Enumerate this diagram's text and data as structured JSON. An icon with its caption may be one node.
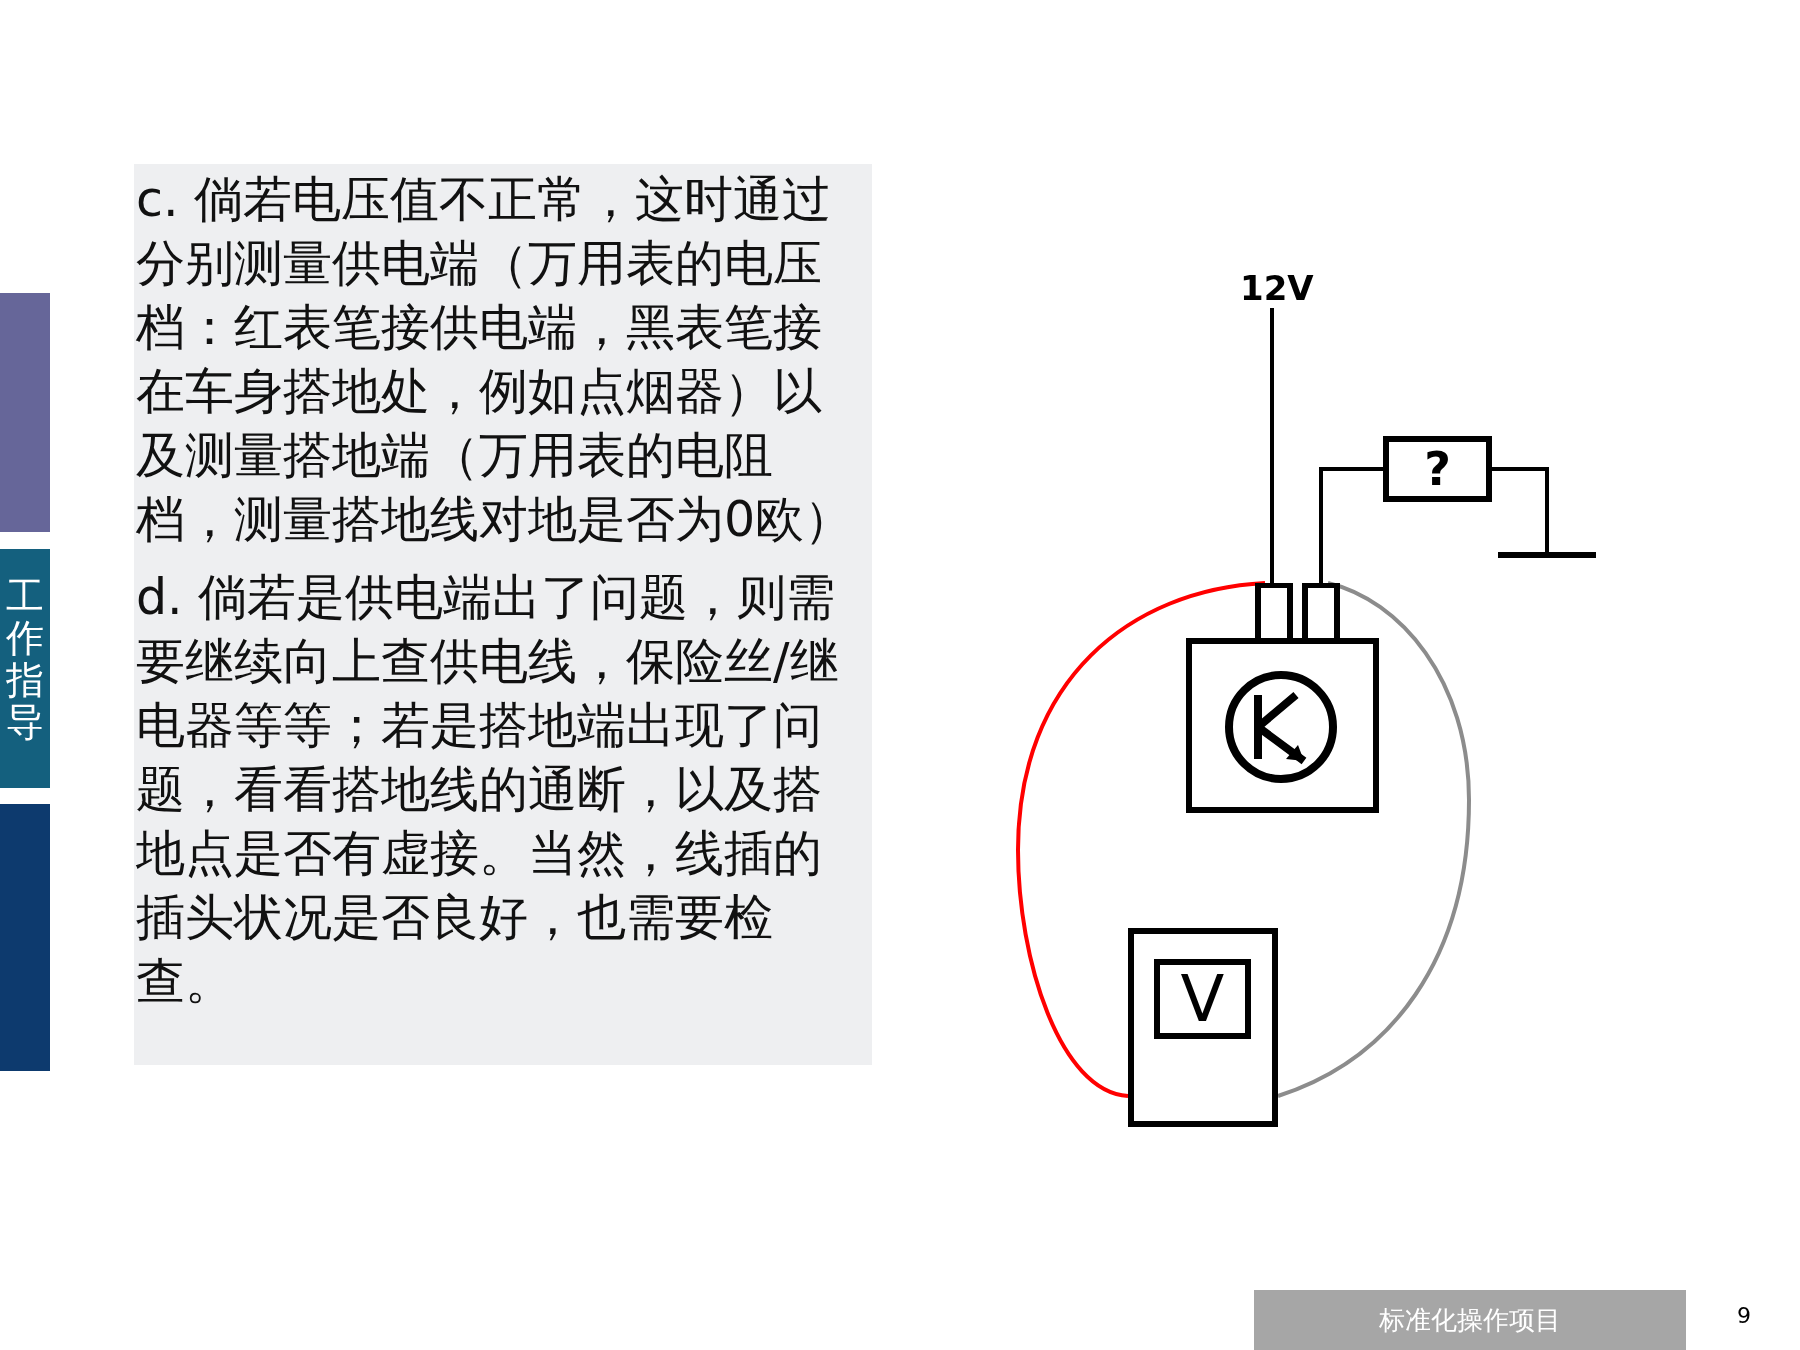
{
  "diagram": {
    "nodes": [
      {
        "text": [
          "12V"
        ]
      },
      {
        "text": [
          "?"
        ]
      },
      {
        "text": [],
        "shape": "bar"
      },
      {
        "text": [],
        "shape": "box"
      },
      {
        "text": [
          "V"
        ]
      }
    ],
    "edges": [
      {
        "from": 0,
        "to": 3,
        "arrow": "none"
      },
      {
        "from": 3,
        "to": 1,
        "arrow": "none"
      },
      {
        "from": 1,
        "to": 2,
        "arrow": "none"
      },
      {
        "from": 4,
        "to": 3,
        "arrow": "none",
        "color": "#ff0000"
      },
      {
        "from": 4,
        "to": 3,
        "arrow": "none",
        "color": "#8c8c8c"
      }
    ],
    "labels": [
      "工作指导",
      "c. 倘若电压值不正常，这时通过分别测量供电端（万用表的电压档：红表笔接供电端，黑表笔接在车身搭地处，例如点烟器）以及测量搭地端（万用表的电阻档，测量搭地线对地是否为0欧）",
      "d. 倘若是供电端出了问题，则需要继续向上查供电线，保险丝/继电器等等；若是搭地端出现了问题，看看搭地线的通断，以及搭地点是否有虚接。当然，线插的插头状况是否良好，也需要检查。",
      "标准化操作项目",
      "9"
    ]
  }
}
